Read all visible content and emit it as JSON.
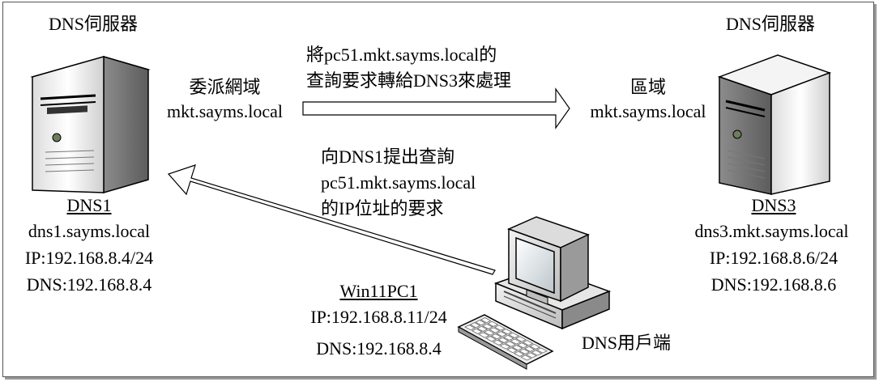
{
  "dns1": {
    "role": "DNS伺服器",
    "zone_label": "委派網域",
    "zone_name": "mkt.sayms.local",
    "name": "DNS1",
    "fqdn": "dns1.sayms.local",
    "ip": "IP:192.168.8.4/24",
    "dns": "DNS:192.168.8.4"
  },
  "dns3": {
    "role": "DNS伺服器",
    "zone_label": "區域",
    "zone_name": "mkt.sayms.local",
    "name": "DNS3",
    "fqdn": "dns3.mkt.sayms.local",
    "ip": "IP:192.168.8.6/24",
    "dns": "DNS:192.168.8.6"
  },
  "forward_note": {
    "line1": "將pc51.mkt.sayms.local的",
    "line2": "查詢要求轉給DNS3來處理"
  },
  "query_note": {
    "line1": "向DNS1提出查詢",
    "line2": "pc51.mkt.sayms.local",
    "line3": "的IP位址的要求"
  },
  "client": {
    "name": "Win11PC1",
    "ip": "IP:192.168.8.11/24",
    "dns": "DNS:192.168.8.4",
    "role": "DNS用戶端"
  },
  "icons": [
    "server-icon",
    "server-icon",
    "desktop-computer-icon",
    "keyboard-icon",
    "arrow-right-icon",
    "arrow-left-icon"
  ]
}
